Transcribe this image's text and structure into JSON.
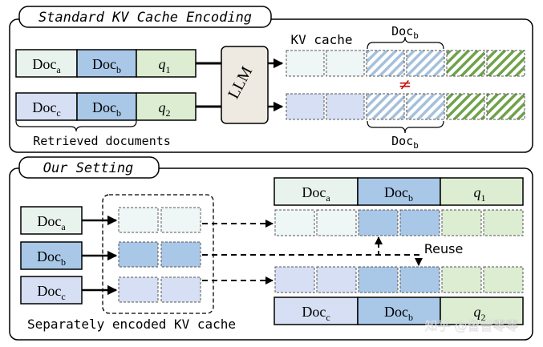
{
  "panels": {
    "top_title": "Standard KV Cache Encoding",
    "bottom_title": "Our Setting"
  },
  "docs": {
    "doc_base": "Doc",
    "a": "a",
    "b": "b",
    "c": "c",
    "q_base": "q",
    "q1": "1",
    "q2": "2"
  },
  "labels": {
    "llm": "LLM",
    "kv_cache": "KV cache",
    "not_equal": "≠",
    "retrieved": "Retrieved documents",
    "reuse": "Reuse",
    "separately": "Separately encoded KV cache",
    "watermark": "知乎 @留音零零"
  },
  "colors": {
    "doc_a": "#e9f3ee",
    "doc_b": "#a9c8e8",
    "doc_c": "#d6dff3",
    "query": "#dcedd2",
    "cache_a": "#eef6f6",
    "cache_b": "#a9c8e8",
    "cache_c": "#d6dff3",
    "cache_q": "#dcedd2",
    "llm": "#eeeae2",
    "hatch_blue": "#a4c0dc",
    "hatch_green": "#6fa24a",
    "not_equal": "#cc1111"
  }
}
